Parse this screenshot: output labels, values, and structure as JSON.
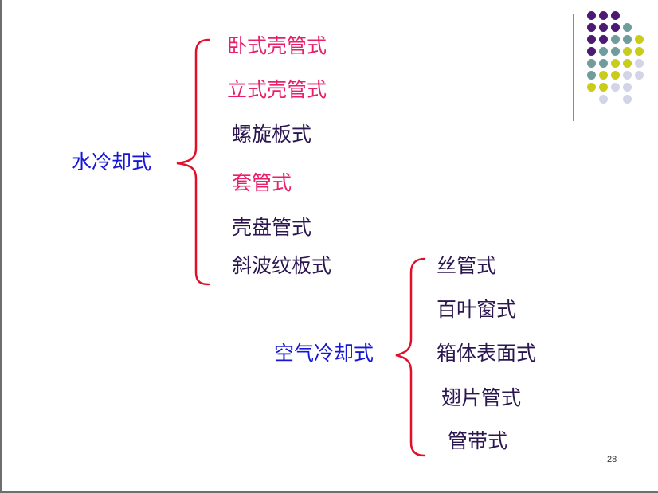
{
  "water_cooling": {
    "title": "水冷却式",
    "items": [
      "卧式壳管式",
      "立式壳管式",
      "螺旋板式",
      "套管式",
      "壳盘管式",
      "斜波纹板式"
    ]
  },
  "air_cooling": {
    "title": "空气冷却式",
    "items": [
      "丝管式",
      "百叶窗式",
      "箱体表面式",
      "翅片管式",
      "管带式"
    ]
  },
  "page_number": "28",
  "colors": {
    "accent_red": "#e0102a",
    "pink": "#e8206c",
    "navy": "#2b1650",
    "blue": "#1616d8",
    "dot_purple": "#4b1a72",
    "dot_teal": "#6f9c9c",
    "dot_yellow": "#c9cc1a",
    "dot_lavender": "#d4d4e8"
  }
}
